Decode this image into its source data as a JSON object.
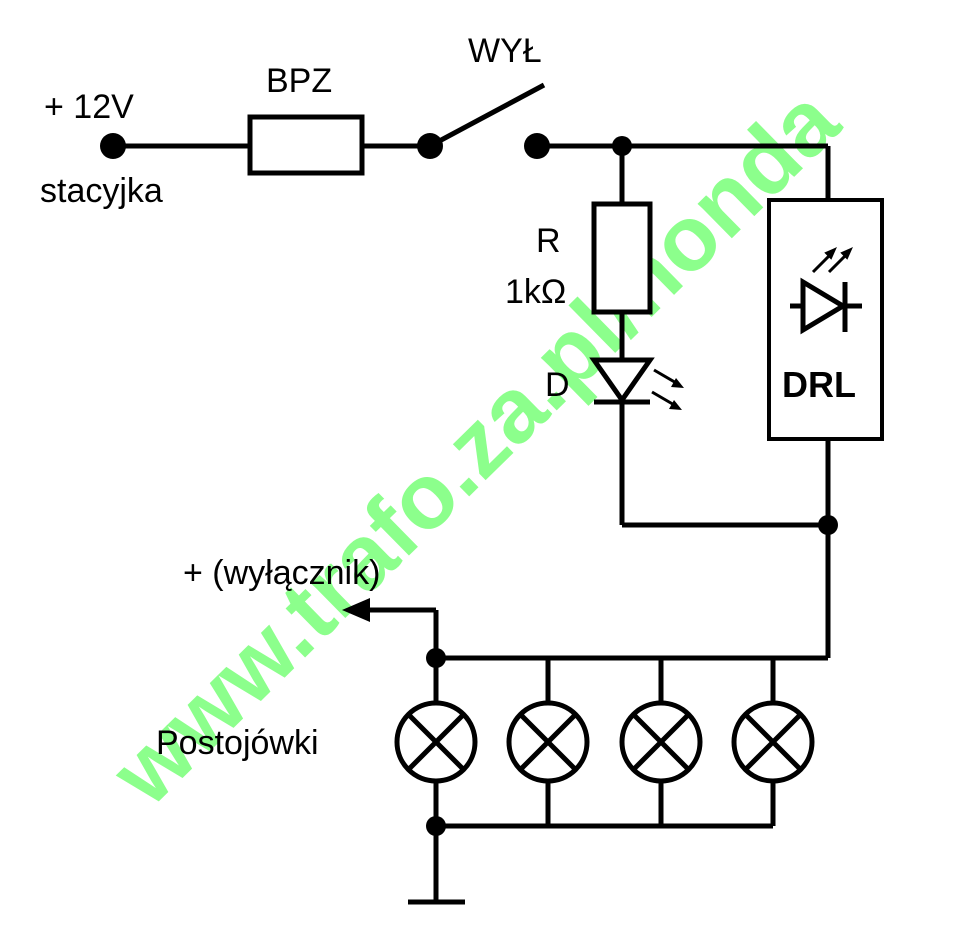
{
  "labels": {
    "supply": "+ 12V",
    "supply_sub": "stacyjka",
    "fuse": "BPZ",
    "switch": "WYŁ",
    "resistor_name": "R",
    "resistor_value": "1kΩ",
    "diode": "D",
    "drl": "DRL",
    "switch_input": "+ (wyłącznik)",
    "lamps": "Postojówki"
  },
  "watermark": {
    "text": "www.trafo.za.pl/honda",
    "color": "#66ff66"
  },
  "colors": {
    "line": "#000000",
    "background": "#ffffff"
  }
}
